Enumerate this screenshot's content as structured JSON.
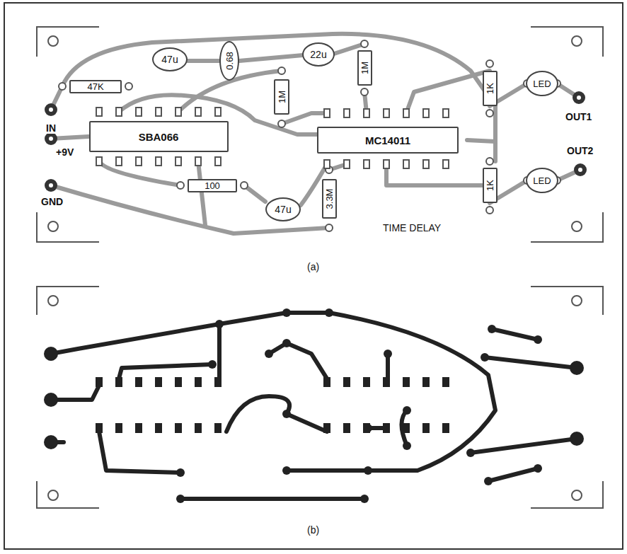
{
  "diagram": {
    "nodes": [
      {
        "text": [
          "SBA066"
        ]
      },
      {
        "text": [
          "MC14011"
        ]
      },
      {
        "text": [
          "47u"
        ]
      },
      {
        "text": [
          "0.68"
        ]
      },
      {
        "text": [
          "22u"
        ]
      },
      {
        "text": [
          "1M"
        ]
      },
      {
        "text": [
          "47K"
        ]
      },
      {
        "text": [
          "1M"
        ]
      },
      {
        "text": [
          "100"
        ]
      },
      {
        "text": [
          "47u"
        ]
      },
      {
        "text": [
          "3.3M"
        ]
      },
      {
        "text": [
          "1K"
        ]
      },
      {
        "text": [
          "LED"
        ]
      },
      {
        "text": [
          "1K"
        ]
      },
      {
        "text": [
          "LED"
        ]
      }
    ],
    "labels": [
      "IN",
      "+9V",
      "GND",
      "OUT1",
      "OUT2",
      "TIME DELAY",
      "(a)",
      "(b)"
    ]
  }
}
